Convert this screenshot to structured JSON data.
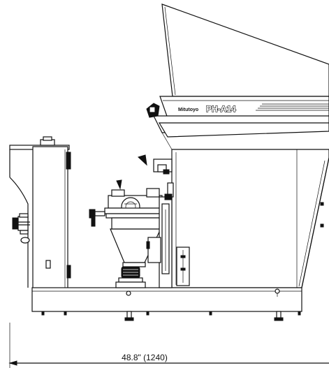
{
  "drawing": {
    "brand_label": "Mitutoyo",
    "model_label": "PH-A14",
    "overall_width_dimension": "48.8\" (1240)"
  },
  "colors": {
    "line": "#111111",
    "background": "#ffffff"
  }
}
